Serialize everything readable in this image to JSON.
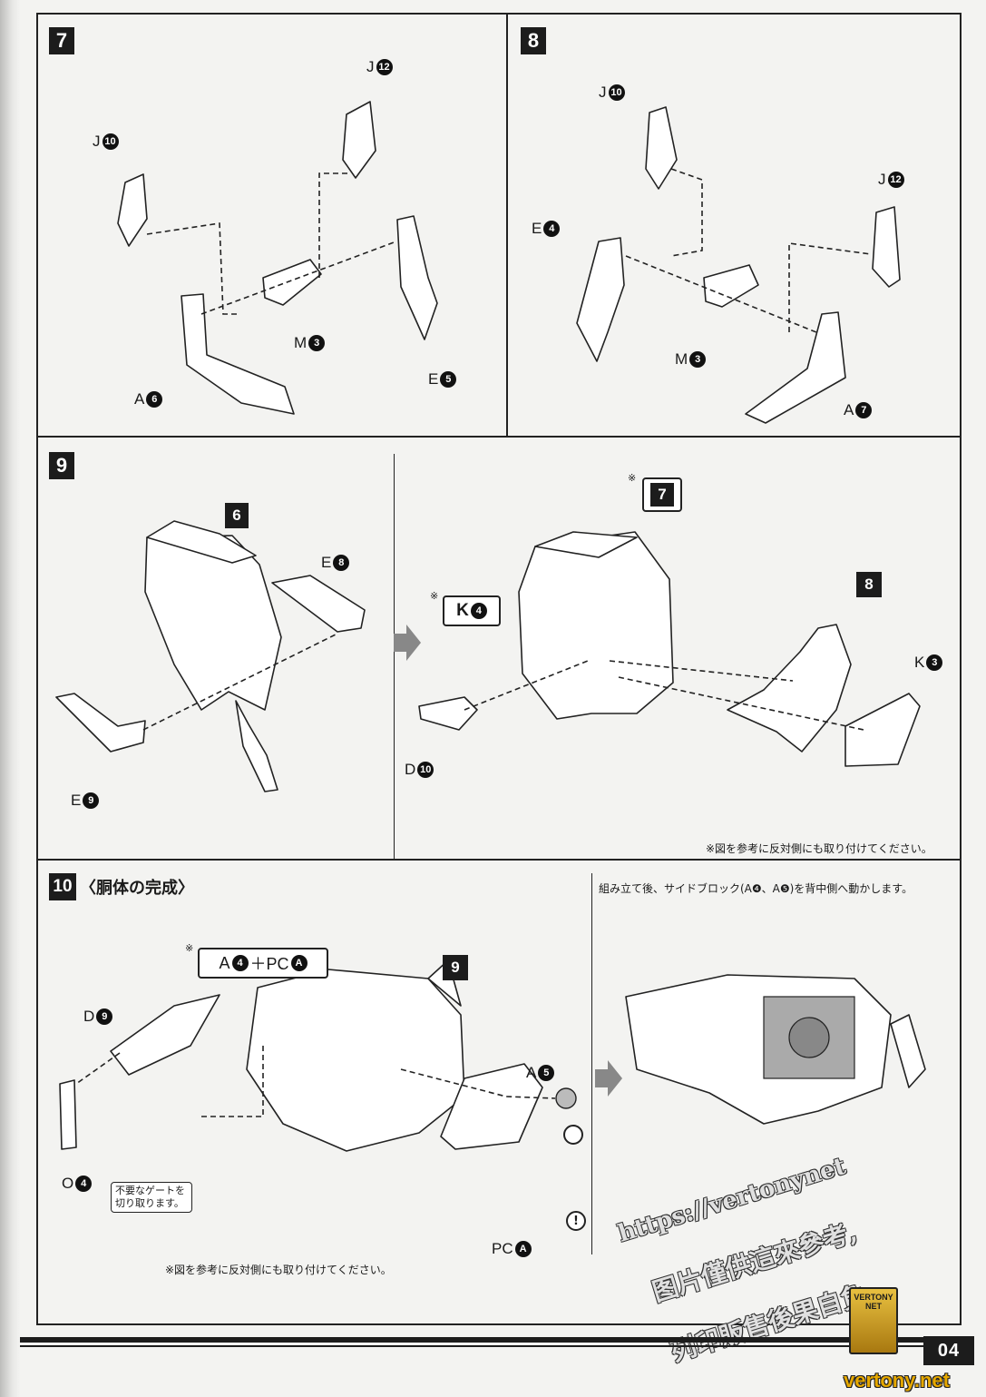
{
  "page_number": "04",
  "steps": {
    "s7": {
      "number": "7",
      "labels": {
        "j12": {
          "letter": "J",
          "num": "12"
        },
        "j10": {
          "letter": "J",
          "num": "10"
        },
        "m3": {
          "letter": "M",
          "num": "3"
        },
        "a6": {
          "letter": "A",
          "num": "6"
        },
        "e5": {
          "letter": "E",
          "num": "5"
        }
      }
    },
    "s8": {
      "number": "8",
      "labels": {
        "j10": {
          "letter": "J",
          "num": "10"
        },
        "j12": {
          "letter": "J",
          "num": "12"
        },
        "e4": {
          "letter": "E",
          "num": "4"
        },
        "m3": {
          "letter": "M",
          "num": "3"
        },
        "a7": {
          "letter": "A",
          "num": "7"
        }
      }
    },
    "s9": {
      "number": "9",
      "ref_6": "6",
      "ref_7": "7",
      "ref_8": "8",
      "asterisk": "※",
      "labels": {
        "e8": {
          "letter": "E",
          "num": "8"
        },
        "e9": {
          "letter": "E",
          "num": "9"
        },
        "k4": {
          "letter": "K",
          "num": "4"
        },
        "d10": {
          "letter": "D",
          "num": "10"
        },
        "k3": {
          "letter": "K",
          "num": "3"
        }
      },
      "note": "※図を参考に反対側にも取り付けてください。"
    },
    "s10": {
      "number": "10",
      "title": "〈胴体の完成〉",
      "ref_9": "9",
      "asterisk": "※",
      "combo": {
        "a": "A",
        "a_num": "4",
        "plus": "＋PC",
        "pc": "A"
      },
      "labels": {
        "d9": {
          "letter": "D",
          "num": "9"
        },
        "o4": {
          "letter": "O",
          "num": "4"
        },
        "a5": {
          "letter": "A",
          "num": "5"
        },
        "pca": {
          "letter": "PC",
          "num": "A"
        }
      },
      "callout": "不要なゲートを切り取ります。",
      "warning": "!",
      "note": "※図を参考に反対側にも取り付けてください。",
      "right_note": "組み立て後、サイドブロック(A❹、A❺)を背中側へ動かします。"
    }
  },
  "watermark": {
    "url": "https://vertonynet",
    "line1": "图片僅供這來參考,",
    "line2": "列印販售後果自負",
    "logo": "VERTONY NET",
    "site": "vertony.net"
  },
  "colors": {
    "ink": "#1c1c1c",
    "paper": "#f3f3f1",
    "logo_gold": "#e6a800"
  }
}
